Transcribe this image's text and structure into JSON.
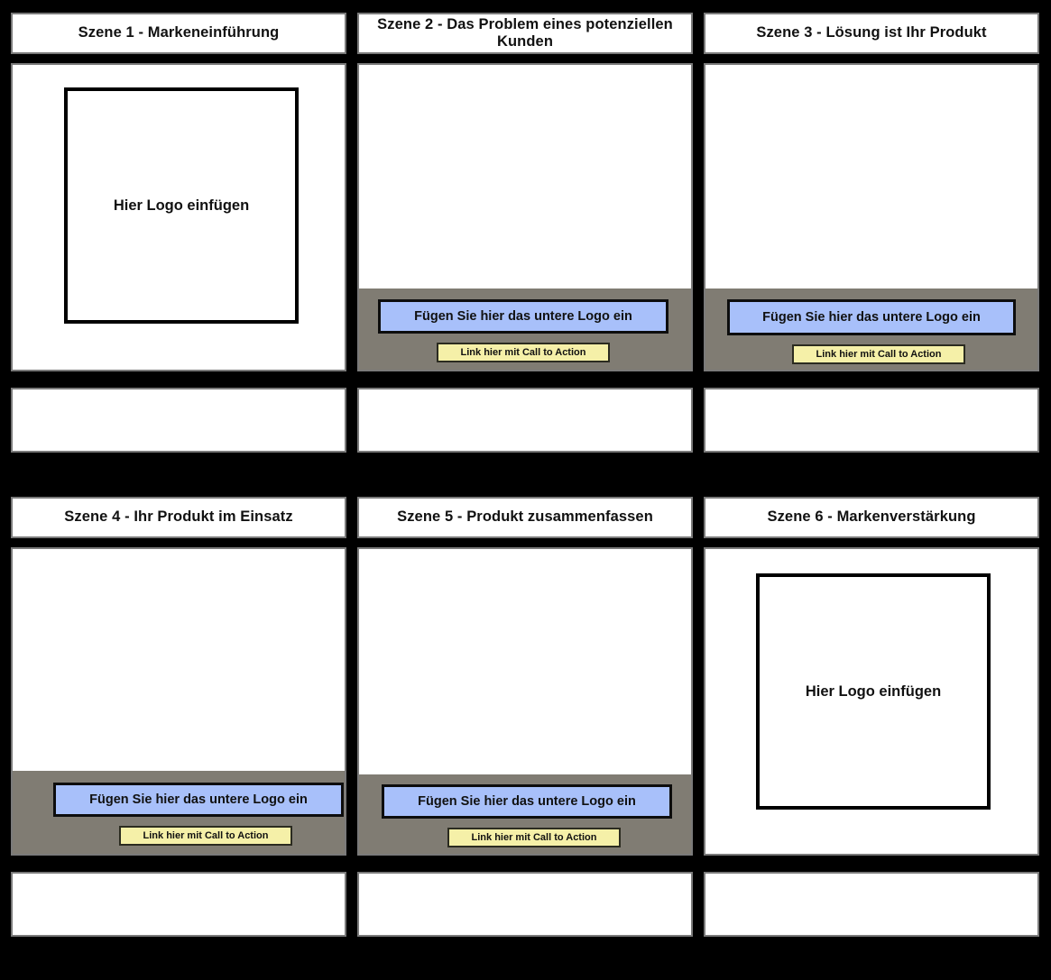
{
  "board": {
    "background_color": "#000000",
    "rows": 2,
    "columns": 3
  },
  "palette": {
    "panel_background": "#FFFFFF",
    "panel_border": "#7A7A7A",
    "bottom_bar_gray": "#807C73",
    "logo_button_blue": "#A8C0FA",
    "cta_button_yellow": "#F5F0A8",
    "text_color": "#111111",
    "logo_square_border": "#000000"
  },
  "labels": {
    "logo_placeholder": "Hier Logo einfügen",
    "bottom_logo_button": "Fügen Sie hier das untere Logo ein",
    "cta_button": "Link hier mit Call to Action"
  },
  "scenes": [
    {
      "index": 1,
      "title": "Szene 1 - Markeneinführung",
      "layout": "logo-square",
      "logo_text": "Hier Logo einfügen",
      "caption": ""
    },
    {
      "index": 2,
      "title": "Szene 2 - Das Problem eines potenziellen Kunden",
      "layout": "bottom-bar",
      "logo_button_label": "Fügen Sie hier das untere Logo ein",
      "cta_label": "Link hier mit Call to Action",
      "caption": ""
    },
    {
      "index": 3,
      "title": "Szene 3 - Lösung ist Ihr Produkt",
      "layout": "bottom-bar",
      "logo_button_label": "Fügen Sie hier das untere Logo ein",
      "cta_label": "Link hier mit Call to Action",
      "caption": ""
    },
    {
      "index": 4,
      "title": "Szene 4 - Ihr Produkt im Einsatz",
      "layout": "bottom-bar",
      "logo_button_label": "Fügen Sie hier das untere Logo ein",
      "cta_label": "Link hier mit Call to Action",
      "caption": ""
    },
    {
      "index": 5,
      "title": "Szene 5 - Produkt zusammenfassen",
      "layout": "bottom-bar",
      "logo_button_label": "Fügen Sie hier das untere Logo ein",
      "cta_label": "Link hier mit Call to Action",
      "caption": ""
    },
    {
      "index": 6,
      "title": "Szene 6 - Markenverstärkung",
      "layout": "logo-square",
      "logo_text": "Hier Logo einfügen",
      "caption": ""
    }
  ]
}
